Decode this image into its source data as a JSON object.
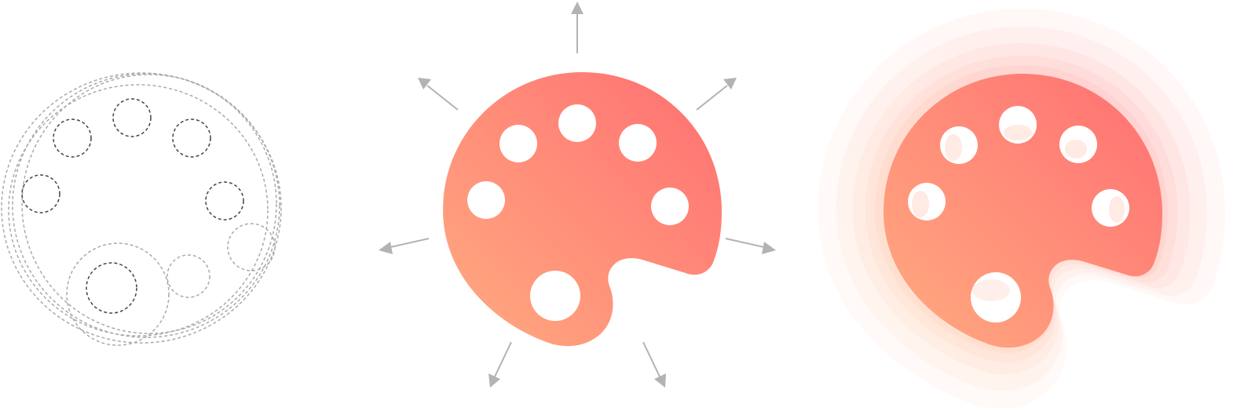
{
  "colors": {
    "background": "#ffffff",
    "gradient_top": "#ff6f72",
    "gradient_bottom": "#ffab80",
    "outline_dark": "#444444",
    "outline_light": "#aaaaaa",
    "arrow": "#b3b3b3",
    "glow_pink": "#ff9aa0",
    "glow_peach": "#ffc79a",
    "well": "#ffffff"
  },
  "icons": {
    "left": "palette-outline-sketch-icon",
    "center": "palette-icon",
    "right": "palette-glow-icon",
    "arrows": "expand-arrow-icon"
  },
  "panels": [
    "outline-sketch",
    "palette-with-expansion-arrows",
    "palette-with-soft-glow"
  ]
}
